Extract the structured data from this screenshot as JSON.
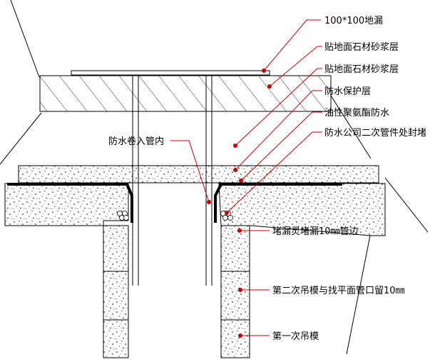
{
  "labels": {
    "floor_drain": "100*100地漏",
    "stone_mortar_1": "贴地面石材砂浆层",
    "stone_mortar_2": "贴地面石材砂浆层",
    "protective_layer": "防水保护层",
    "pu_waterproof": "油性聚氨酯防水",
    "pipe_seal": "防水公司二次管件处封堵",
    "membrane_into_pipe": "防水卷入管内",
    "plug_10mm": "堵漏灵堵漏10㎜管边",
    "second_hang": "第二次吊模与找平面管口留10㎜",
    "first_hang": "第一次吊模"
  },
  "colors": {
    "line": "#000000",
    "leader": "#c00000",
    "marker": "#c00000"
  }
}
